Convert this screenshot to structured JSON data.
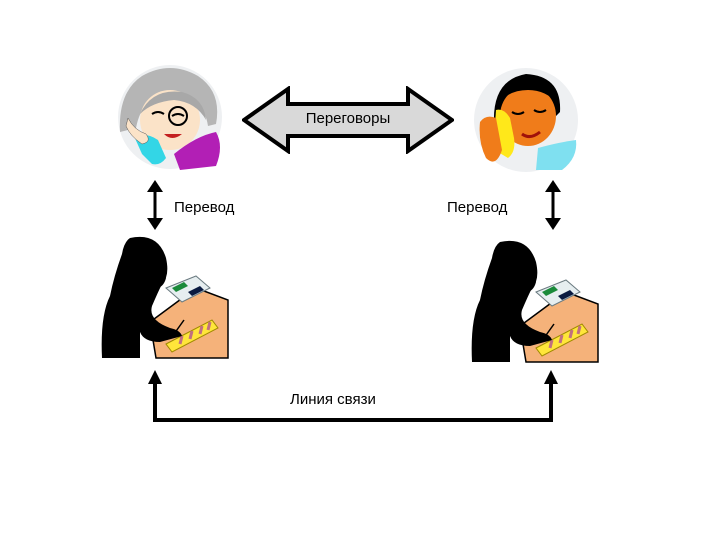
{
  "diagram": {
    "top_arrow": {
      "label": "Переговоры",
      "fill": "#d9d9d9",
      "stroke": "#000000"
    },
    "left_link": {
      "label": "Перевод"
    },
    "right_link": {
      "label": "Перевод"
    },
    "bottom_line": {
      "label": "Линия связи"
    },
    "participants": [
      {
        "id": "party-left",
        "description": "elderly woman on phone",
        "hair": "#b5b5b5",
        "shirt": "#b21fb5",
        "phone": "#33d6e6"
      },
      {
        "id": "party-right",
        "description": "man on phone",
        "skin": "#f07c1a",
        "shirt": "#7fe0f0",
        "phone": "#ffe81a"
      }
    ],
    "interpreters": [
      {
        "id": "interpreter-left",
        "description": "interpreter silhouette at desk"
      },
      {
        "id": "interpreter-right",
        "description": "interpreter silhouette at desk"
      }
    ],
    "colors": {
      "desk": "#f5b27a",
      "keyboard": "#ffe63a",
      "silhouette": "#000000"
    }
  }
}
